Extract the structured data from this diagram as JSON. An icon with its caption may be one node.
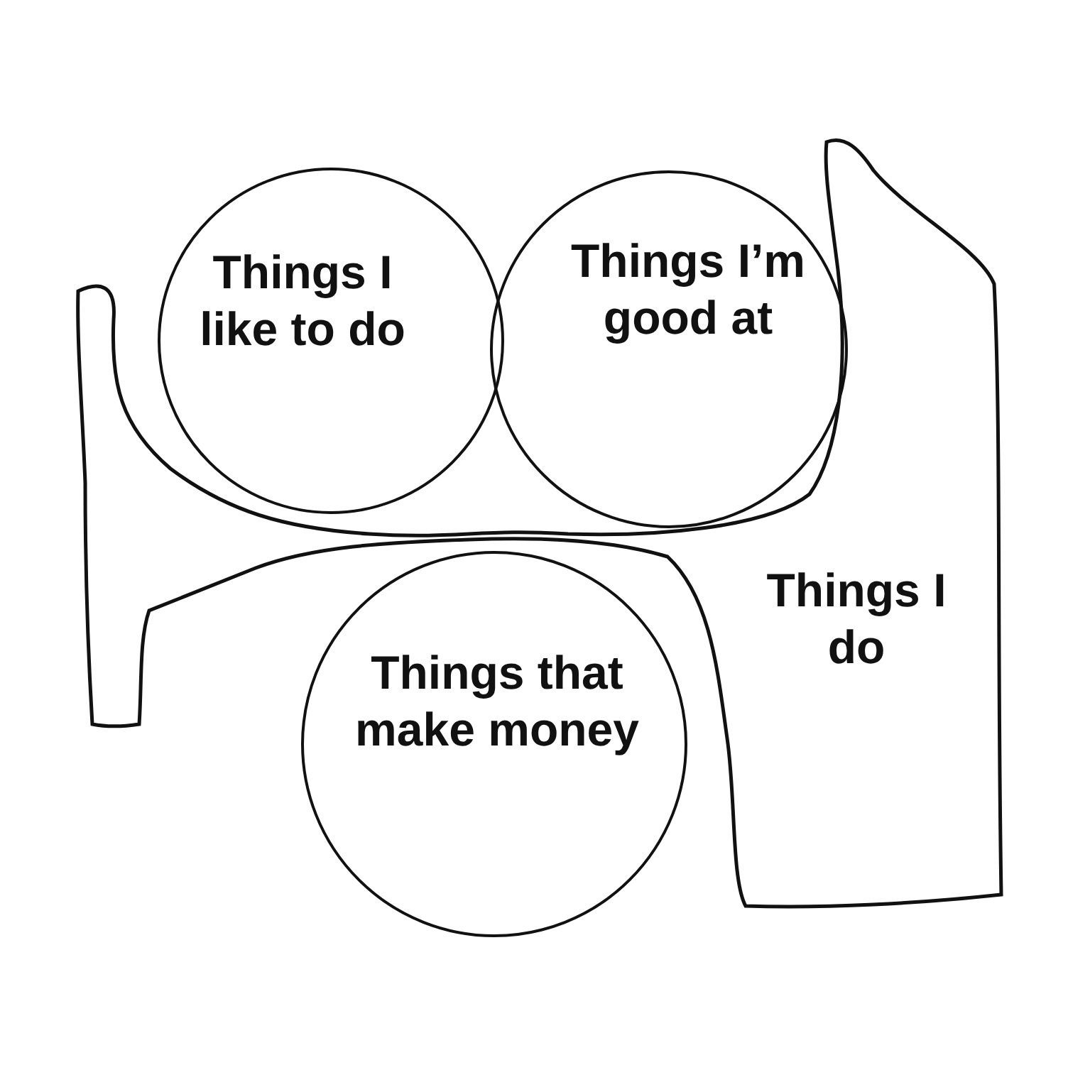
{
  "diagram": {
    "nodes": [
      {
        "text": [
          "Things I do"
        ]
      },
      {
        "text": [
          "Things I like to do"
        ]
      },
      {
        "text": [
          "Things I’m good at"
        ]
      },
      {
        "text": [
          "Things that make money"
        ]
      }
    ]
  }
}
